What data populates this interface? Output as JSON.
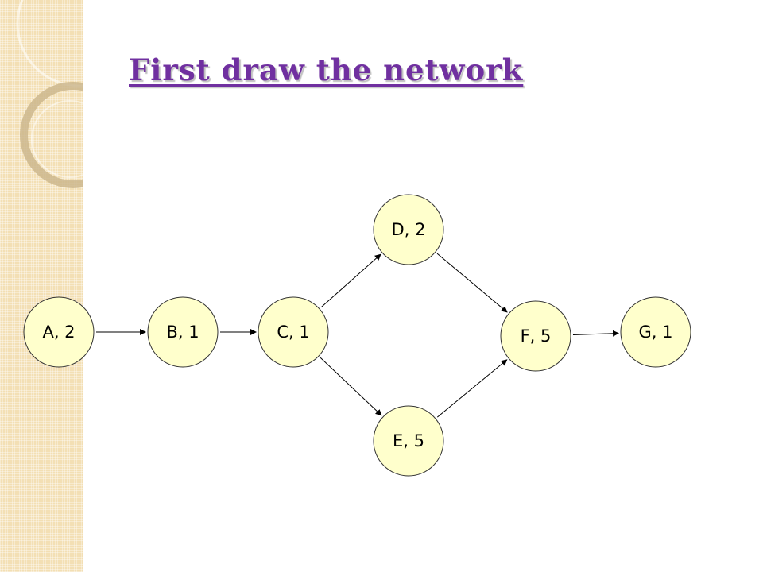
{
  "title": "First draw the network",
  "colors": {
    "title": "#7030a0",
    "node_fill": "#ffffcc",
    "sidebar": "#f3dfb4"
  },
  "nodes": [
    {
      "id": "A",
      "label": "A, 2"
    },
    {
      "id": "B",
      "label": "B, 1"
    },
    {
      "id": "C",
      "label": "C, 1"
    },
    {
      "id": "D",
      "label": "D, 2"
    },
    {
      "id": "E",
      "label": "E, 5"
    },
    {
      "id": "F",
      "label": "F, 5"
    },
    {
      "id": "G",
      "label": "G, 1"
    }
  ],
  "edges": [
    {
      "from": "A",
      "to": "B"
    },
    {
      "from": "B",
      "to": "C"
    },
    {
      "from": "C",
      "to": "D"
    },
    {
      "from": "C",
      "to": "E"
    },
    {
      "from": "D",
      "to": "F"
    },
    {
      "from": "E",
      "to": "F"
    },
    {
      "from": "F",
      "to": "G"
    }
  ]
}
